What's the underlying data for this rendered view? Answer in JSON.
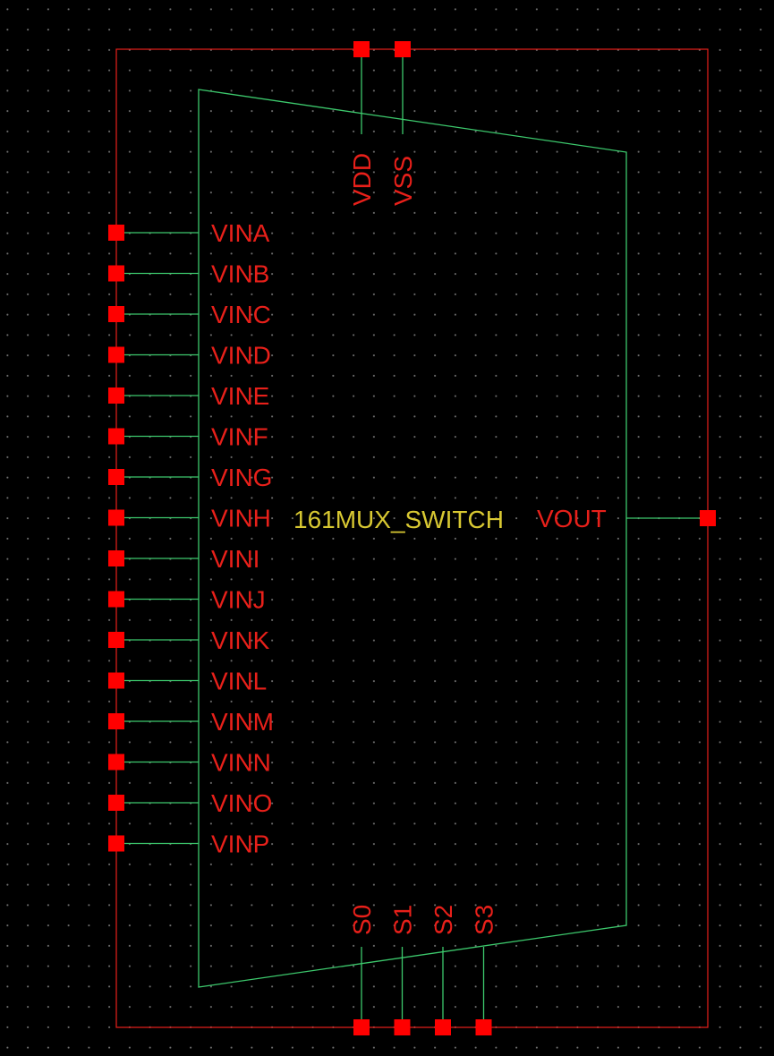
{
  "cell": {
    "name": "161MUX_SWITCH"
  },
  "colors": {
    "background": "#000000",
    "grid_dot": "#6e6e6e",
    "boundary": "#e8201a",
    "pin_square": "#ff0000",
    "wire": "#3cc86c",
    "pin_label": "#e8201a",
    "cell_label": "#d8c832"
  },
  "pins": {
    "left": [
      "VINA",
      "VINB",
      "VINC",
      "VIND",
      "VINE",
      "VINF",
      "VING",
      "VINH",
      "VINI",
      "VINJ",
      "VINK",
      "VINL",
      "VINM",
      "VINN",
      "VINO",
      "VINP"
    ],
    "top": [
      "VDD",
      "VSS"
    ],
    "bottom": [
      "S0",
      "S1",
      "S2",
      "S3"
    ],
    "right": [
      "VOUT"
    ]
  }
}
